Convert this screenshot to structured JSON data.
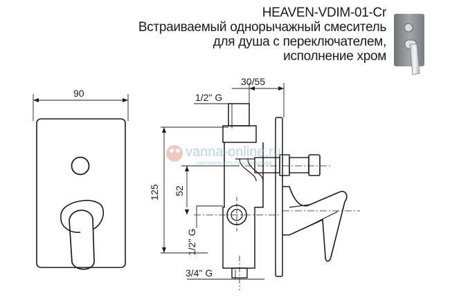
{
  "header": {
    "model": "HEAVEN-VDIM-01-Cr",
    "description_lines": [
      "Встраиваемый однорычажный смеситель",
      "для душа с переключателем,",
      "исполнение хром"
    ]
  },
  "front_view": {
    "width_label": "90",
    "height_label": "125"
  },
  "side_view": {
    "top_thread_label": "1/2\" G",
    "depth_label": "30/55",
    "center_label": "52",
    "side_thread_label": "1/2\" G",
    "bottom_thread_label": "3/4\" G"
  },
  "watermark": {
    "site": "vanna-online.ru",
    "tagline": "сантехника по лучшим ценам"
  },
  "colors": {
    "line": "#1a1a1a",
    "thumb_plate": "#8c9094",
    "watermark_blue": "#7fb0d8",
    "watermark_red": "#e89a8a"
  }
}
